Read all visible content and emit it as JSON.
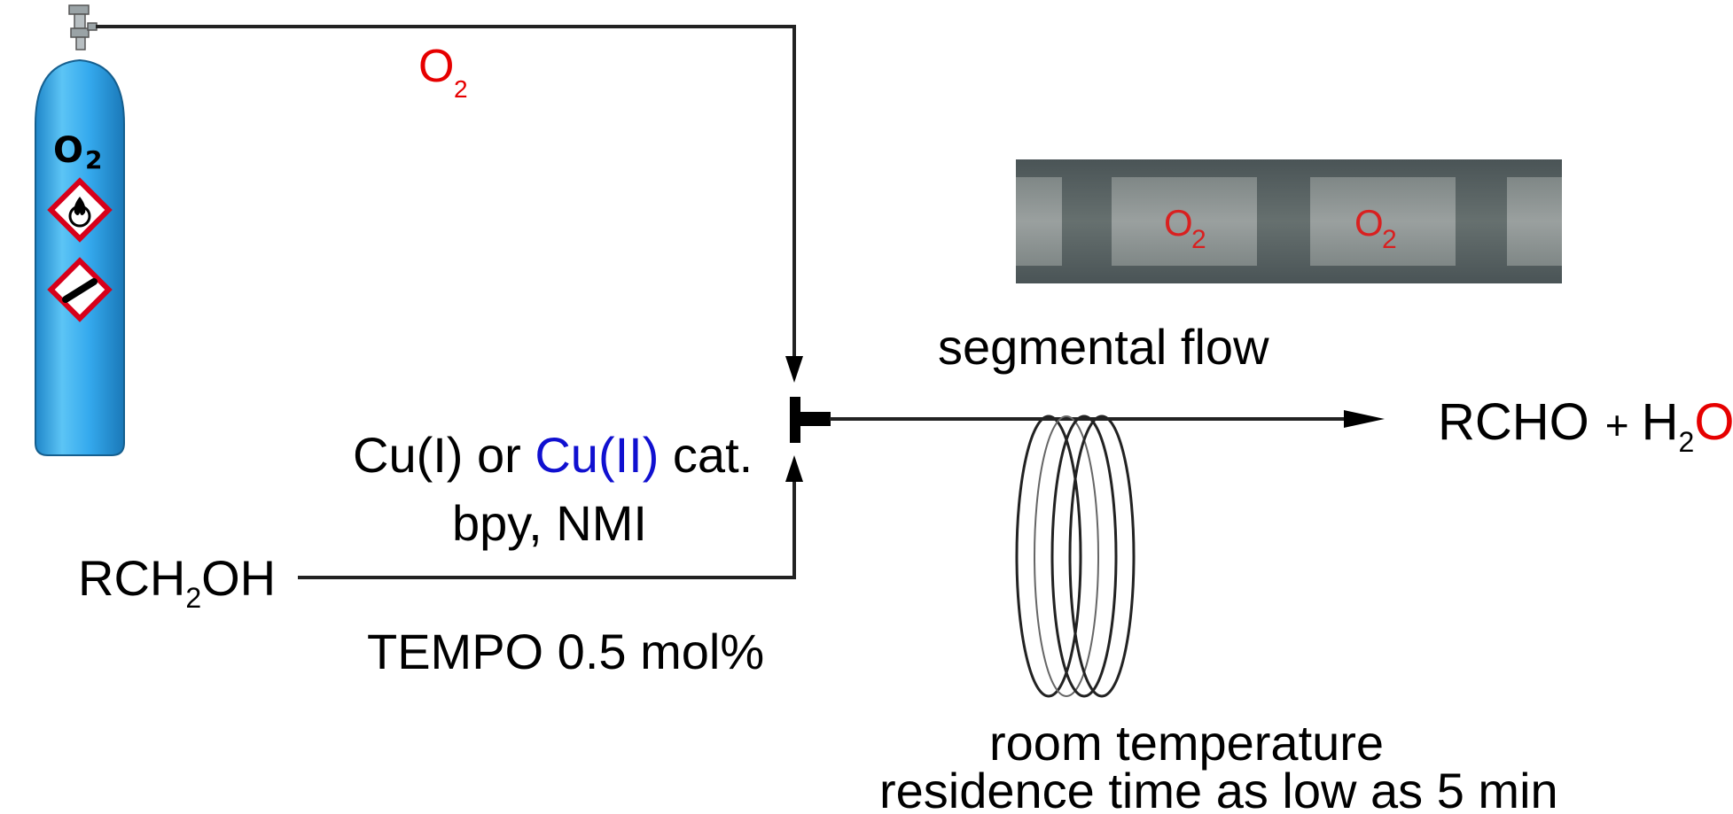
{
  "cylinder": {
    "formula_main": "O",
    "formula_sub": "2",
    "hazard_symbols": [
      "flame-over-circle-icon",
      "gas-cylinder-icon"
    ]
  },
  "gas_label": {
    "main": "O",
    "sub": "2"
  },
  "tube_segment_labels": [
    {
      "main": "O",
      "sub": "2"
    },
    {
      "main": "O",
      "sub": "2"
    }
  ],
  "segmental_flow": "segmental flow",
  "catalyst": {
    "part1": "Cu(I) or ",
    "part2": "Cu(II)",
    "part3": " cat.",
    "line2": "bpy, NMI"
  },
  "substrate": {
    "pre": "RCH",
    "sub": "2",
    "post": "OH"
  },
  "tempo": "TEMPO 0.5 mol%",
  "product": {
    "main": "RCHO",
    "plus": "+",
    "h": "H",
    "sub": "2",
    "o": "O"
  },
  "conditions": {
    "line1": "room temperature",
    "line2": "residence time as low as 5 min"
  },
  "colors": {
    "red": "#e60000",
    "blue": "#1010d0",
    "cylinder": "#2fa6ec",
    "tube": "#5a6466"
  }
}
